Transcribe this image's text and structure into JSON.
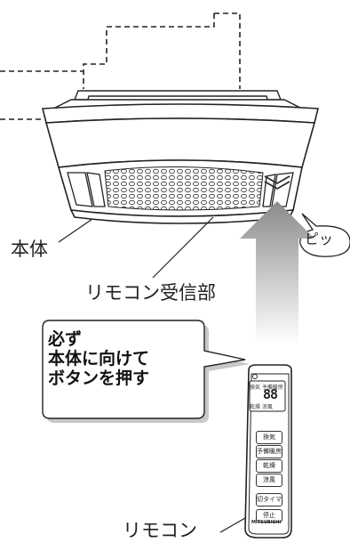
{
  "labels": {
    "main_unit": "本体",
    "receiver": "リモコン受信部",
    "remote": "リモコン",
    "beep": "ピッ"
  },
  "callout": {
    "line1": "必ず",
    "line2": "本体に向けて",
    "line3": "ボタンを押す"
  },
  "remote": {
    "lcd_digits": "88",
    "lcd_labels_top": "換気 予備暖房",
    "lcd_labels_bottom": "乾燥 涼風",
    "buttons": [
      "換気",
      "予備暖房",
      "乾燥",
      "涼風"
    ],
    "timer_button": "切タイマー",
    "stop_button": "停止",
    "brand": "MITSUBISHI"
  },
  "colors": {
    "outline": "#222222",
    "arrow_top": "#8c8c8c",
    "arrow_bottom": "#ffffff",
    "callout_shadow": "#c8c8c8"
  }
}
